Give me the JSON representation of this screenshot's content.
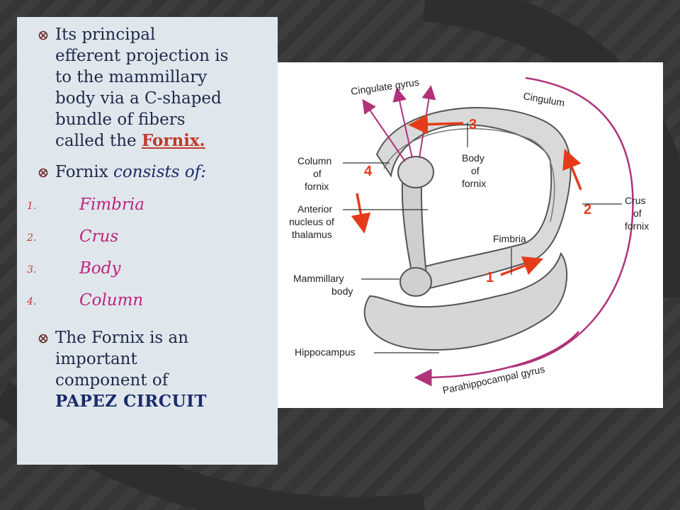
{
  "slide": {
    "bullet_color": "#6b2b2b",
    "panel_bg": "#dfe7ec",
    "p1": {
      "lines": [
        "Its principal",
        "efferent projection is",
        "to the mammillary",
        "body via a C-shaped",
        "bundle of  fibers"
      ],
      "last_prefix": "called the ",
      "fornix": "Fornix."
    },
    "p2": {
      "prefix": "Fornix ",
      "italic": "consists of:"
    },
    "list": [
      {
        "n": "1.",
        "t": "Fimbria"
      },
      {
        "n": "2.",
        "t": "Crus"
      },
      {
        "n": "3.",
        "t": "Body"
      },
      {
        "n": "4.",
        "t": "Column"
      }
    ],
    "p3": {
      "lines": [
        "The Fornix is an",
        "important",
        "component of"
      ],
      "strong": "PAPEZ CIRCUIT"
    }
  },
  "diagram": {
    "labels": {
      "cingulate_gyrus": "Cingulate gyrus",
      "cingulum": "Cingulum",
      "column_l1": "Column",
      "column_l2": "of",
      "column_l3": "fornix",
      "body_l1": "Body",
      "body_l2": "of",
      "body_l3": "fornix",
      "anterior_l1": "Anterior",
      "anterior_l2": "nucleus of",
      "anterior_l3": "thalamus",
      "crus_l1": "Crus",
      "crus_l2": "of",
      "crus_l3": "fornix",
      "fimbria": "Fimbria",
      "mammillary_l1": "Mammillary",
      "mammillary_l2": "body",
      "hippocampus": "Hippocampus",
      "parahippocampal": "Parahippocampal gyrus"
    },
    "numbers": [
      "1",
      "2",
      "3",
      "4"
    ],
    "arrow_color": "#e53b1a",
    "pathway_color": "#b0337a"
  }
}
